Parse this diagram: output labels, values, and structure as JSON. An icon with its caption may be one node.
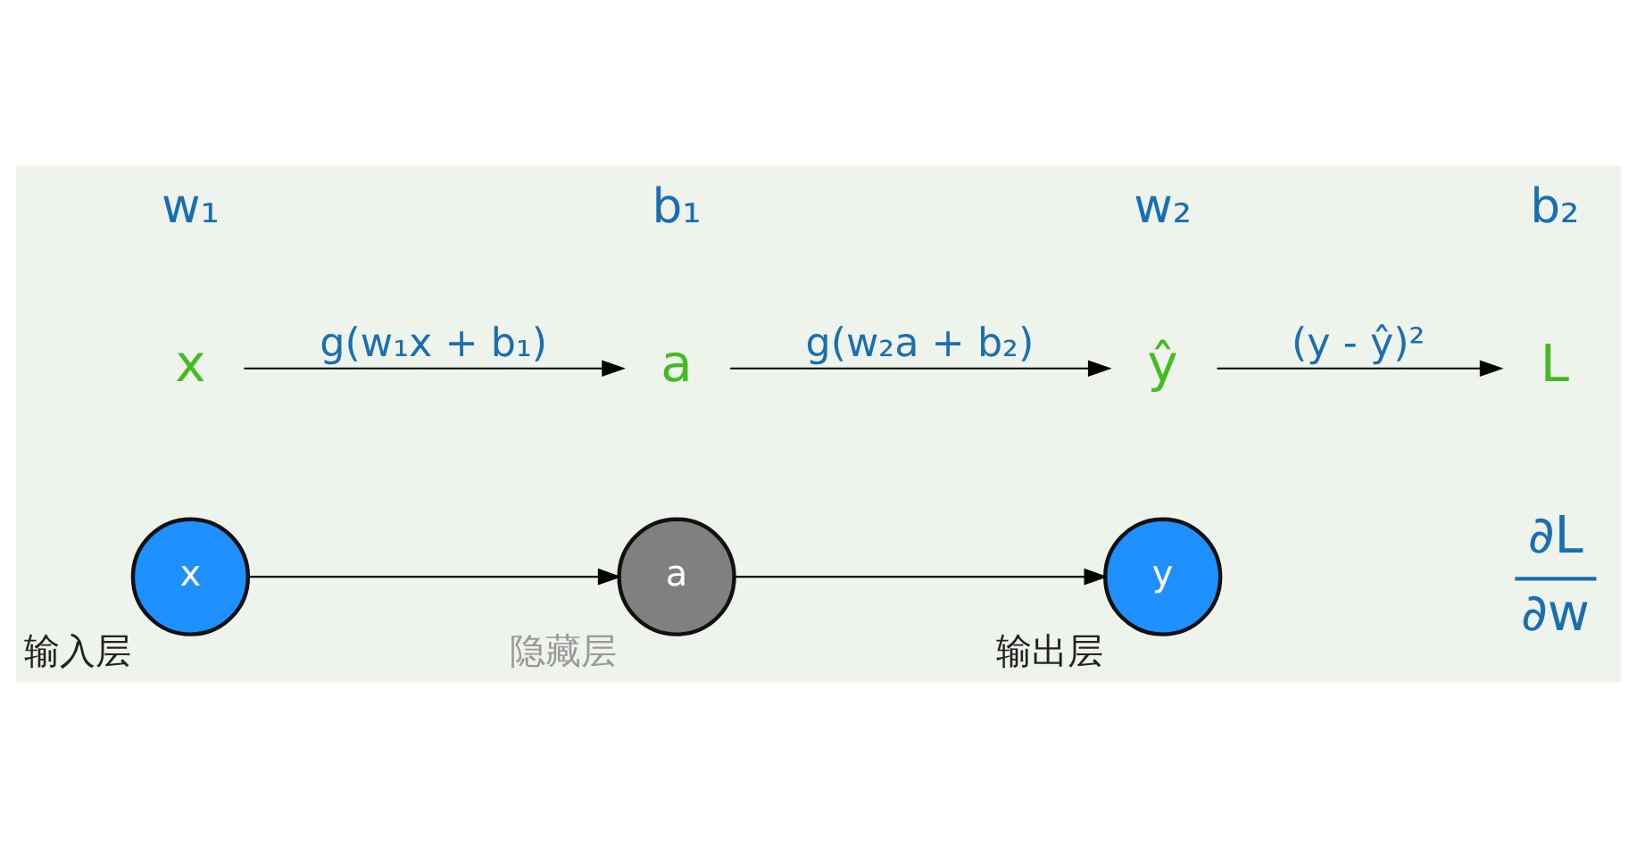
{
  "diagram": {
    "nodes": [
      {
        "text": [
          "x"
        ],
        "beside": [
          "输入层"
        ]
      },
      {
        "text": [
          "a"
        ],
        "beside": [
          "隐藏层"
        ]
      },
      {
        "text": [
          "y"
        ],
        "beside": [
          "输出层"
        ]
      },
      {
        "text": [
          "x"
        ]
      },
      {
        "text": [
          "a"
        ]
      },
      {
        "text": [
          "ŷ"
        ]
      },
      {
        "text": [
          "L"
        ]
      }
    ],
    "edges": [
      {
        "from": 0,
        "to": 1,
        "arrow": "to"
      },
      {
        "from": 1,
        "to": 2,
        "arrow": "to"
      },
      {
        "from": 3,
        "to": 4,
        "arrow": "to",
        "label": "g(w₁x + b₁)"
      },
      {
        "from": 4,
        "to": 5,
        "arrow": "to",
        "label": "g(w₂a + b₂)"
      },
      {
        "from": 5,
        "to": 6,
        "arrow": "to",
        "label": "(y - ŷ)²"
      }
    ],
    "labels": [
      "∂L",
      "∂w",
      "w₁",
      "b₁",
      "w₂",
      "b₂"
    ]
  }
}
